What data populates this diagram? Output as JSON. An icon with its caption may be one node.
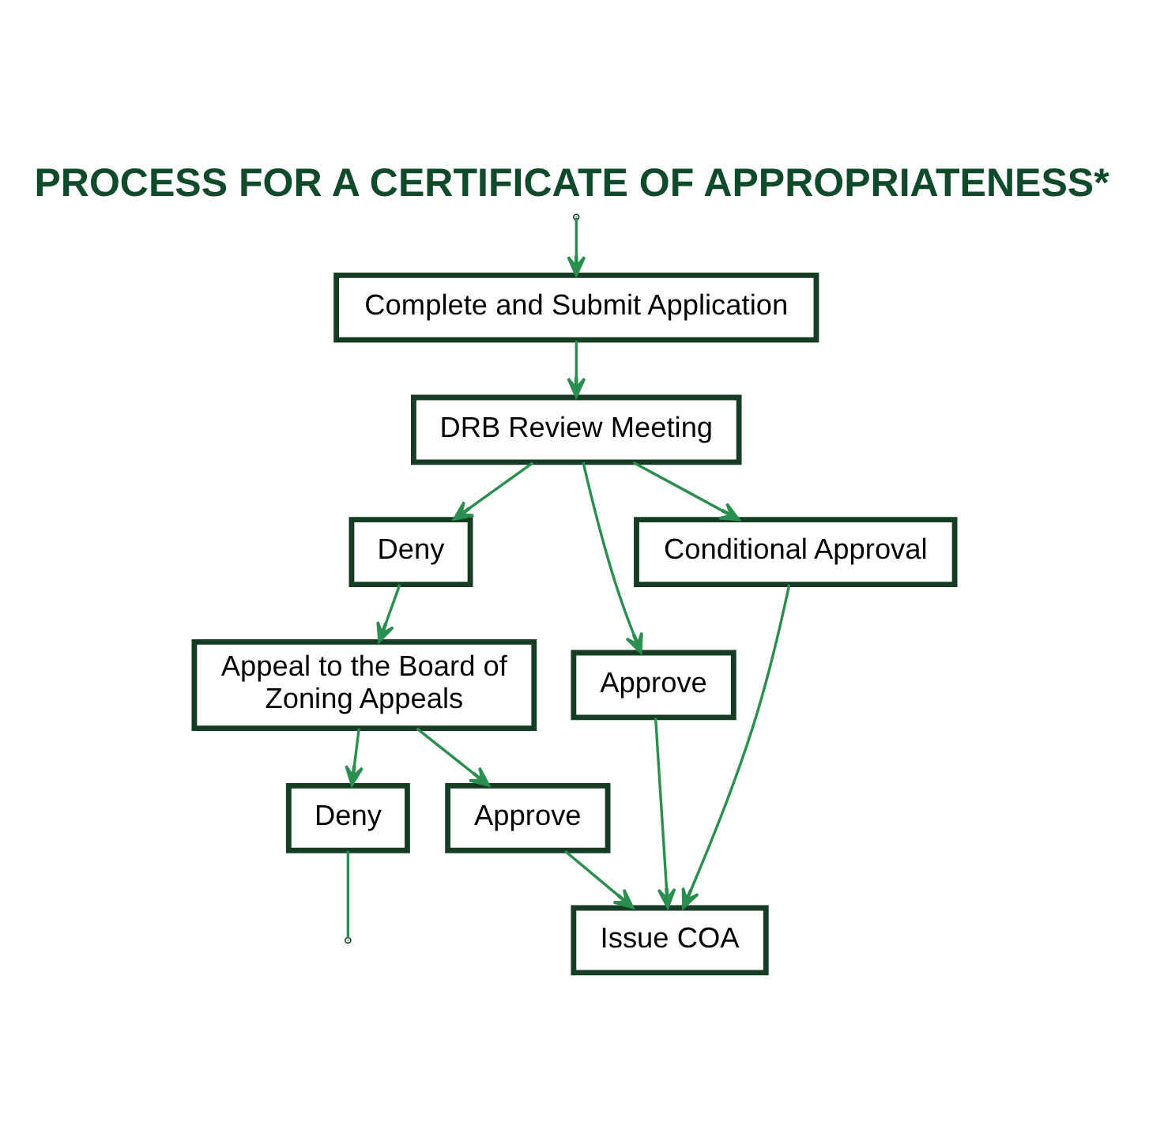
{
  "diagram": {
    "title": "PROCESS FOR A CERTIFICATE OF APPROPRIATENESS*",
    "nodes": [
      {
        "text": [
          "Complete and Submit Application"
        ]
      },
      {
        "text": [
          "DRB Review Meeting"
        ]
      },
      {
        "text": [
          "Deny"
        ]
      },
      {
        "text": [
          "Approve"
        ]
      },
      {
        "text": [
          "Conditional Approval"
        ]
      },
      {
        "text": [
          "Appeal to the Board of Zoning Appeals"
        ]
      },
      {
        "text": [
          "Issue COA"
        ]
      },
      {
        "text": [
          "Deny"
        ]
      },
      {
        "text": [
          "Approve"
        ]
      }
    ],
    "edges": [
      {
        "from": 0,
        "to": 1,
        "arrow": "to"
      },
      {
        "from": 1,
        "to": 2,
        "arrow": "to"
      },
      {
        "from": 1,
        "to": 3,
        "arrow": "to"
      },
      {
        "from": 1,
        "to": 4,
        "arrow": "to"
      },
      {
        "from": 2,
        "to": 5,
        "arrow": "to"
      },
      {
        "from": 3,
        "to": 6,
        "arrow": "to"
      },
      {
        "from": 4,
        "to": 6,
        "arrow": "to"
      },
      {
        "from": 5,
        "to": 7,
        "arrow": "to"
      },
      {
        "from": 5,
        "to": 8,
        "arrow": "to"
      },
      {
        "from": 8,
        "to": 6,
        "arrow": "to"
      },
      {
        "from": 7,
        "to": null,
        "arrow": "none"
      },
      {
        "from": null,
        "to": 0,
        "arrow": "to"
      }
    ]
  }
}
